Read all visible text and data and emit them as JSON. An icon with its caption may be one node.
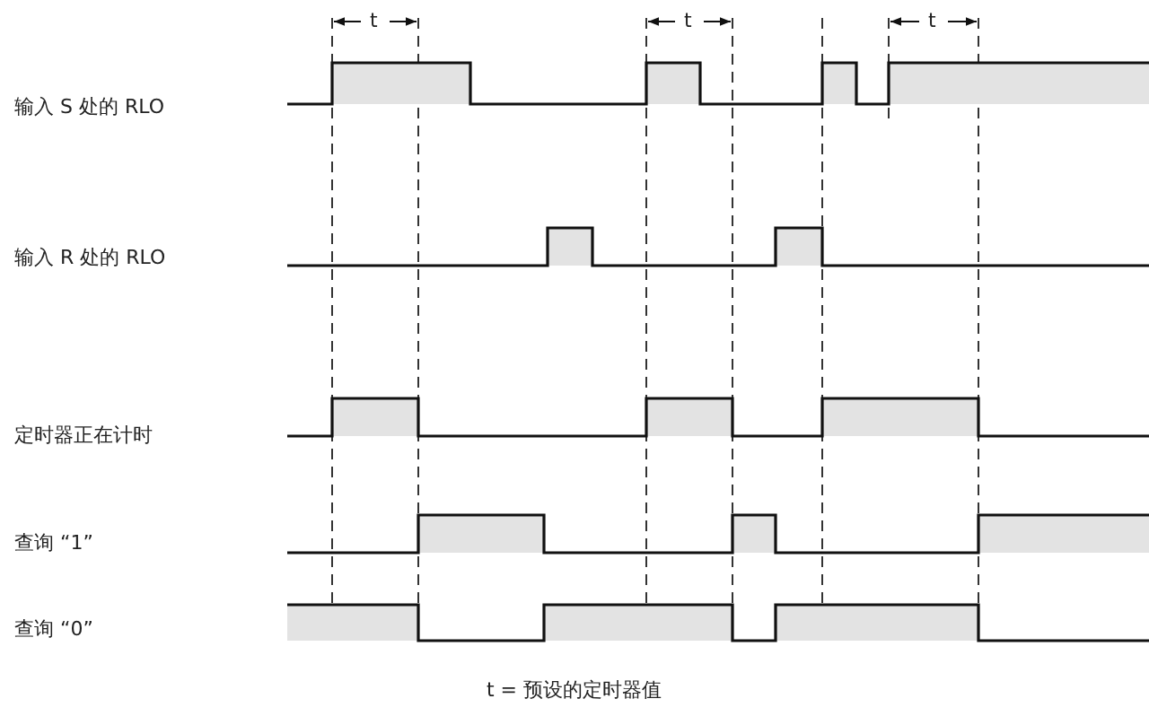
{
  "diagram": {
    "labels": [
      "t",
      "t",
      "t",
      "输入 S 处的 RLO",
      "输入 R 处的 RLO",
      "定时器正在计时",
      "查询 “1”",
      "查询 “0”",
      "t = 预设的定时器值"
    ]
  }
}
